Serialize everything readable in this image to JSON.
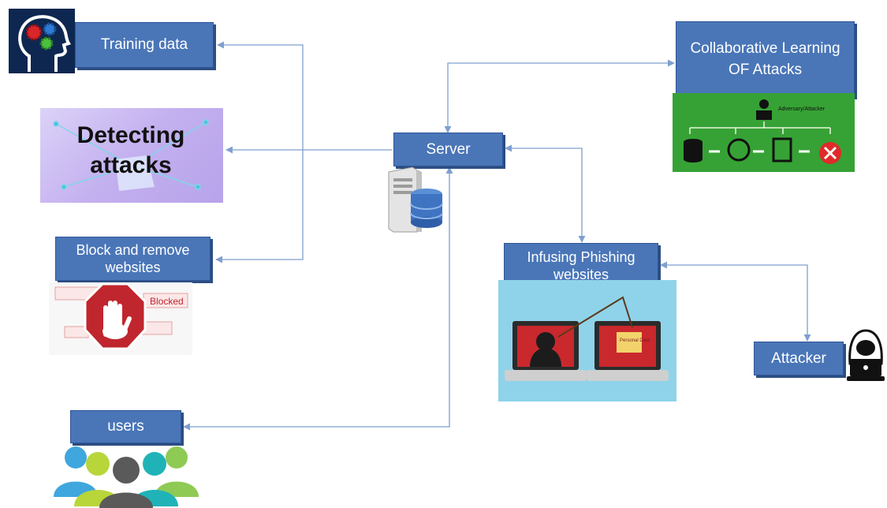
{
  "nodes": {
    "training_data": "Training data",
    "detecting_attacks": "Detecting attacks",
    "block_remove": "Block and remove websites",
    "users": "users",
    "server": "Server",
    "collaborative": "Collaborative Learning OF Attacks",
    "infusing": "Infusing Phishing websites",
    "attacker": "Attacker"
  },
  "image_text": {
    "adversary": "Adversary/Attacker",
    "blocked": "Blocked",
    "personal_data": "Personal Data"
  },
  "colors": {
    "box_fill": "#4a76b8",
    "box_shadow": "#2c4e82",
    "connector": "#7f9fcf",
    "green_panel": "#36a235",
    "purple_panel": "#c8b6ee",
    "cyan_panel": "#8fd3ea",
    "stop_red": "#c0262d"
  },
  "icons": [
    "brain-gears-icon",
    "server-database-icon",
    "stop-hand-icon",
    "users-group-icon",
    "hacker-laptop-icon",
    "phishing-laptops-icon"
  ]
}
